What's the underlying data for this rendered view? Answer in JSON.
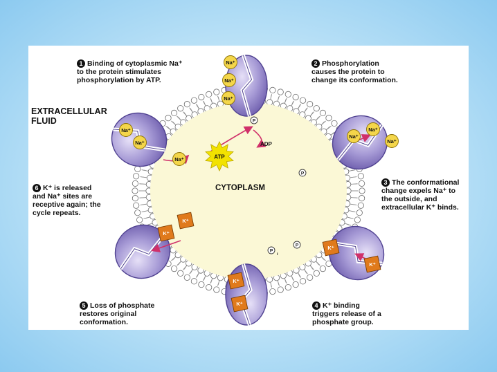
{
  "title": "EXTRACELLULAR FLUID",
  "title_lines": [
    "EXTRACELLULAR",
    "FLUID"
  ],
  "center_label": "CYTOPLASM",
  "steps": [
    {
      "number": "1",
      "lines": [
        "Binding of cytoplasmic Na⁺",
        "to the protein stimulates",
        "phosphorylation by ATP."
      ]
    },
    {
      "number": "2",
      "lines": [
        "Phosphorylation",
        "causes the protein to",
        "change its conformation."
      ]
    },
    {
      "number": "3",
      "lines": [
        "The conformational",
        "change expels Na⁺ to",
        "the outside, and",
        "extracellular K⁺ binds."
      ]
    },
    {
      "number": "4",
      "lines": [
        "K⁺ binding",
        "triggers release of a",
        "phosphate group."
      ]
    },
    {
      "number": "5",
      "lines": [
        "Loss of phosphate",
        "restores original",
        "conformation."
      ]
    },
    {
      "number": "6",
      "lines": [
        "K⁺ is released",
        "and Na⁺ sites are",
        "receptive again; the",
        "cycle repeats."
      ]
    }
  ],
  "molecules": {
    "atp": "ATP",
    "adp": "ADP",
    "phosphate": "P",
    "pi": "P",
    "pi_sub": "i",
    "na": "Na⁺",
    "k": "K⁺"
  },
  "colors": {
    "membrane_head": "#ffffff",
    "membrane_outline": "#6b6b6b",
    "cytoplasm": "#fbf8d6",
    "protein": "#9d8fcf",
    "protein_light": "#d8d0f0",
    "sodium": "#f4d64a",
    "potassium": "#e07a1c",
    "atp_star": "#f2e200",
    "arrow": "#d0306a"
  }
}
